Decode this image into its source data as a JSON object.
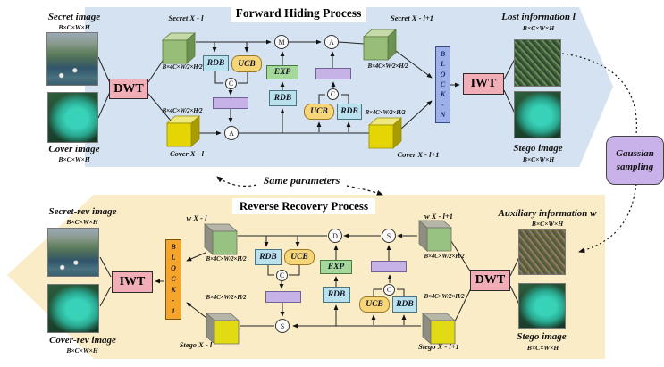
{
  "colors": {
    "forward_bg": "#d4e2f1",
    "reverse_bg": "#faecc6",
    "dwt_iwt_box": "#f2aeb6",
    "rdb_box": "#b9e2ee",
    "ucb_box": "#f7d67a",
    "exp_box": "#a5d99b",
    "feature_bar": "#c7b2e5",
    "block_n_box": "#9db1e6",
    "block_1_box": "#f5a52c",
    "gaussian_box": "#c9b1e9"
  },
  "dims": {
    "image": "B×C×W×H",
    "feature": "B×4C×W/2×H/2"
  },
  "ops": {
    "rdb": "RDB",
    "ucb": "UCB",
    "exp": "EXP",
    "concat": "C",
    "multiply": "M",
    "add": "A",
    "subtract": "S",
    "divide": "D"
  },
  "forward": {
    "title": "Forward Hiding Process",
    "dwt": "DWT",
    "iwt": "IWT",
    "block_n": "BLOCK-N",
    "secret_image": "Secret image",
    "cover_image": "Cover image",
    "lost_information": "Lost information l",
    "stego_image": "Stego image",
    "secret_xl": "Secret X - l",
    "cover_xl": "Cover X - l",
    "secret_xl1": "Secret X - l+1",
    "cover_xl1": "Cover X - l+1"
  },
  "reverse": {
    "title": "Reverse Recovery Process",
    "dwt": "DWT",
    "iwt": "IWT",
    "block_1": "BLOCK-1",
    "secret_rev_image": "Secret-rev image",
    "cover_rev_image": "Cover-rev image",
    "auxiliary_information": "Auxiliary information w",
    "stego_image": "Stego image",
    "w_xl": "w X - l",
    "stego_xl": "Stego X - l",
    "w_xl1": "w X - l+1",
    "stego_xl1": "Stego X - l+1"
  },
  "middle": {
    "same_parameters": "Same parameters",
    "gaussian_sampling": "Gaussian sampling"
  }
}
